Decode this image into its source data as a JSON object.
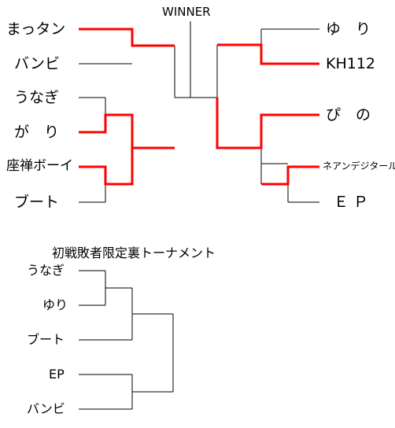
{
  "main_bracket": {
    "title": "WINNER",
    "left_entrants": [
      "まっタン",
      "バンビ",
      "うなぎ",
      "が　り",
      "座禅ボーイ",
      "ブート"
    ],
    "right_entrants": [
      "ゆ　り",
      "KH112",
      "ぴ　の",
      "ネアンデジタール",
      "Ｅ Ｐ"
    ]
  },
  "sub_bracket": {
    "title": "初戦敗者限定裏トーナメント",
    "entrants": [
      "うなぎ",
      "ゆり",
      "ブート",
      "EP",
      "バンビ"
    ]
  },
  "colors": {
    "line": "#000000",
    "winner_path": "#ff0000"
  }
}
